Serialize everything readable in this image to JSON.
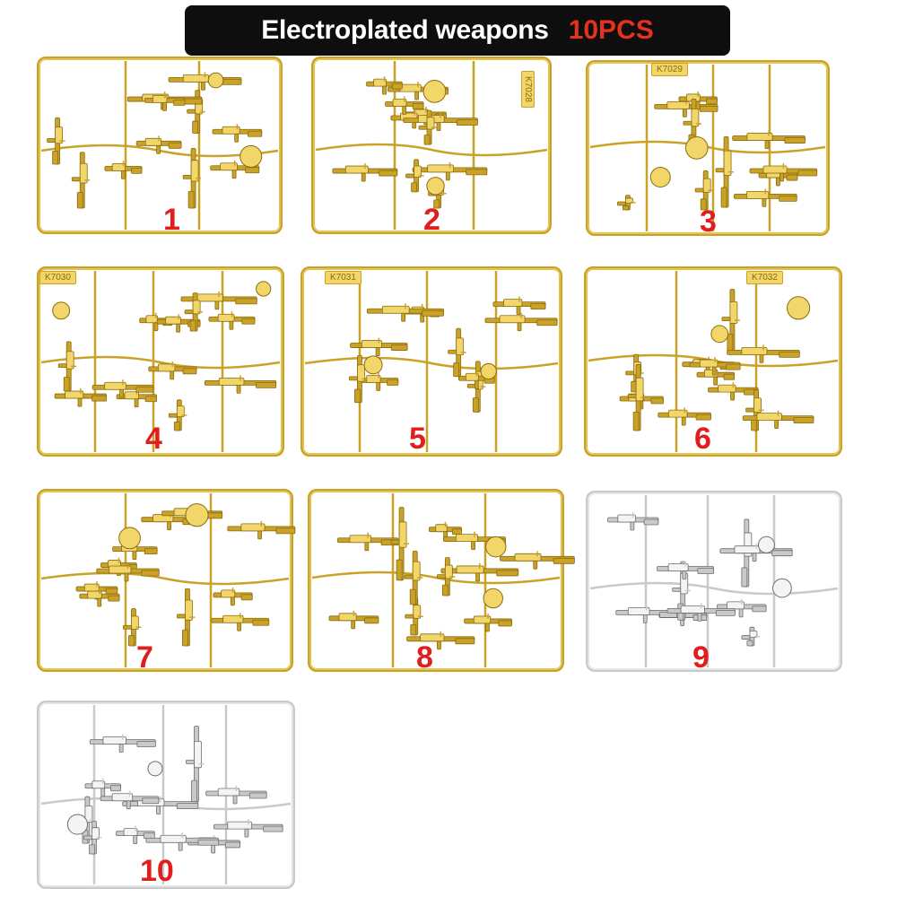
{
  "banner": {
    "title": "Electroplated weapons",
    "count": "10PCS",
    "title_color": "#ffffff",
    "count_color": "#e5321f",
    "background": "#0e0e0e"
  },
  "colors": {
    "gold_frame": "#c9a227",
    "gold_dark": "#8a6c10",
    "gold_light": "#f2d66a",
    "silver_frame": "#c9c9c9",
    "silver_dark": "#6e6e6e",
    "silver_light": "#f4f4f4",
    "number_color": "#e01e1e"
  },
  "sprues": [
    {
      "number": "1",
      "finish": "gold",
      "code": ""
    },
    {
      "number": "2",
      "finish": "gold",
      "code": "K7028"
    },
    {
      "number": "3",
      "finish": "gold",
      "code": "K7029"
    },
    {
      "number": "4",
      "finish": "gold",
      "code": "K7030"
    },
    {
      "number": "5",
      "finish": "gold",
      "code": "K7031"
    },
    {
      "number": "6",
      "finish": "gold",
      "code": "K7032"
    },
    {
      "number": "7",
      "finish": "gold",
      "code": ""
    },
    {
      "number": "8",
      "finish": "gold",
      "code": ""
    },
    {
      "number": "9",
      "finish": "silver",
      "code": ""
    },
    {
      "number": "10",
      "finish": "silver",
      "code": ""
    }
  ]
}
